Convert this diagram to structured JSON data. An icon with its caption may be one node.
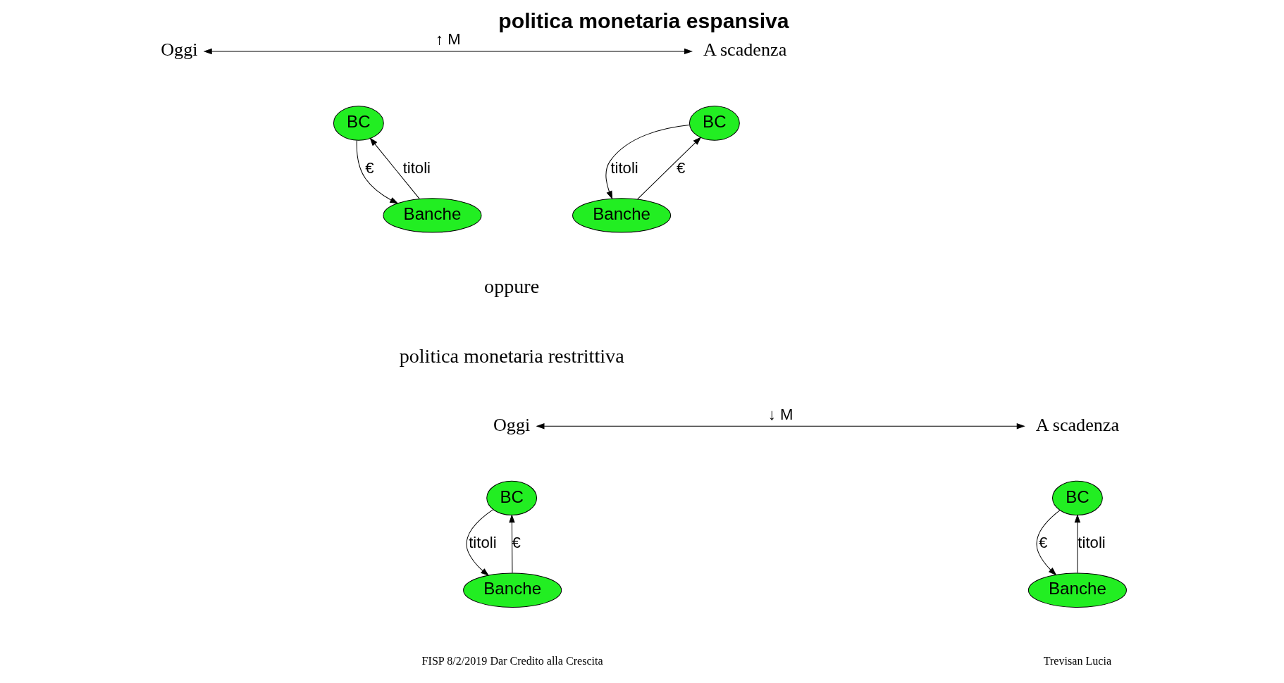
{
  "diagram": {
    "title": "politica monetaria espansiva",
    "nodes": [
      {
        "text": [
          "Oggi"
        ]
      },
      {
        "text": [
          "A scadenza"
        ]
      },
      {
        "text": [
          "BC"
        ]
      },
      {
        "text": [
          "Banche"
        ]
      },
      {
        "text": [
          "BC"
        ]
      },
      {
        "text": [
          "Banche"
        ]
      },
      {
        "text": [
          "Oggi"
        ]
      },
      {
        "text": [
          "A scadenza"
        ]
      },
      {
        "text": [
          "BC"
        ]
      },
      {
        "text": [
          "Banche"
        ]
      },
      {
        "text": [
          "BC"
        ]
      },
      {
        "text": [
          "Banche"
        ]
      }
    ],
    "edges": [
      {
        "from": 0,
        "to": 1,
        "arrow": "both",
        "label": "↑ M"
      },
      {
        "from": 3,
        "to": 2,
        "arrow": "to",
        "label": "titoli"
      },
      {
        "from": 2,
        "to": 3,
        "arrow": "to",
        "label": "€"
      },
      {
        "from": 4,
        "to": 5,
        "arrow": "to",
        "label": "titoli"
      },
      {
        "from": 5,
        "to": 4,
        "arrow": "to",
        "label": "€"
      },
      {
        "from": 6,
        "to": 7,
        "arrow": "both",
        "label": "↓ M"
      },
      {
        "from": 9,
        "to": 8,
        "arrow": "to",
        "label": "€"
      },
      {
        "from": 8,
        "to": 9,
        "arrow": "to",
        "label": "titoli"
      },
      {
        "from": 10,
        "to": 11,
        "arrow": "to",
        "label": "€"
      },
      {
        "from": 11,
        "to": 10,
        "arrow": "to",
        "label": "titoli"
      }
    ],
    "labels": [
      "oppure",
      "politica monetaria restrittiva",
      "FISP 8/2/2019 Dar Credito alla Crescita",
      "Trevisan Lucia"
    ]
  }
}
